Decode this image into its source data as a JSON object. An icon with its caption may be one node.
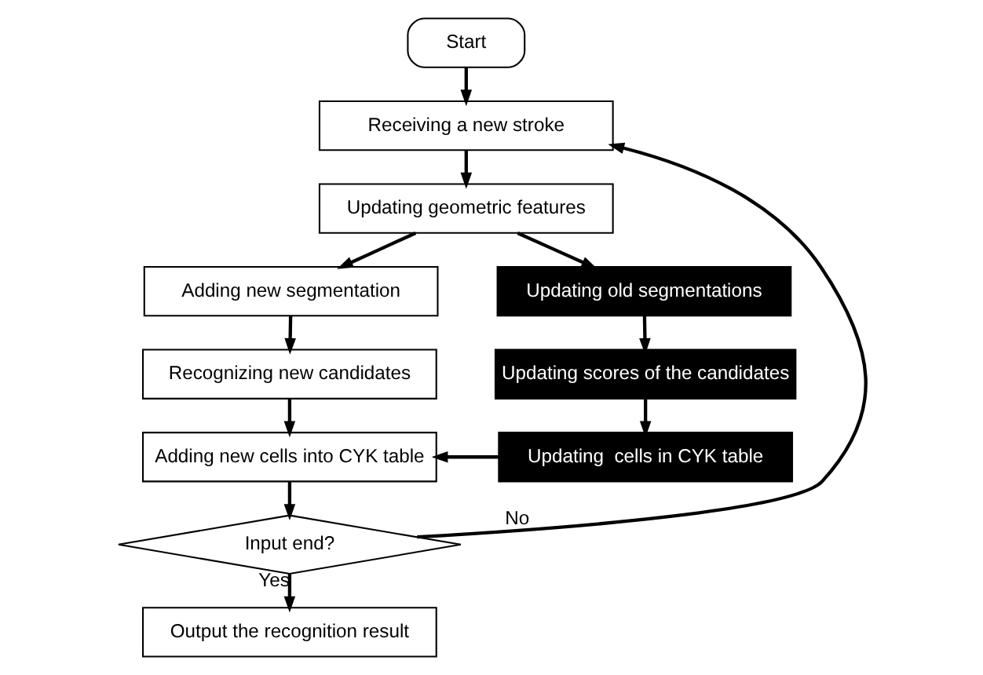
{
  "diagram": {
    "nodes": [
      {
        "text": [
          "Start"
        ]
      },
      {
        "text": [
          "Receiving a new stroke"
        ]
      },
      {
        "text": [
          "Updating geometric features"
        ]
      },
      {
        "text": [
          "Adding new segmentation"
        ]
      },
      {
        "text": [
          "Updating old segmentations"
        ]
      },
      {
        "text": [
          "Recognizing new candidates"
        ]
      },
      {
        "text": [
          "Updating scores of the candidates"
        ]
      },
      {
        "text": [
          "Adding new cells into CYK table"
        ]
      },
      {
        "text": [
          "Updating  cells in CYK table"
        ]
      },
      {
        "text": [
          "Input end?"
        ]
      },
      {
        "text": [
          "Output the recognition result"
        ]
      }
    ],
    "edges": [
      {
        "from": 0,
        "to": 1,
        "arrow": "to"
      },
      {
        "from": 1,
        "to": 2,
        "arrow": "to"
      },
      {
        "from": 2,
        "to": 3,
        "arrow": "to"
      },
      {
        "from": 2,
        "to": 4,
        "arrow": "to"
      },
      {
        "from": 3,
        "to": 5,
        "arrow": "to"
      },
      {
        "from": 4,
        "to": 6,
        "arrow": "to"
      },
      {
        "from": 5,
        "to": 7,
        "arrow": "to"
      },
      {
        "from": 6,
        "to": 8,
        "arrow": "to"
      },
      {
        "from": 8,
        "to": 7,
        "arrow": "to"
      },
      {
        "from": 7,
        "to": 9,
        "arrow": "to"
      },
      {
        "from": 9,
        "to": 1,
        "arrow": "to",
        "label": "No"
      },
      {
        "from": 9,
        "to": 10,
        "arrow": "to",
        "label": "Yes"
      }
    ]
  }
}
